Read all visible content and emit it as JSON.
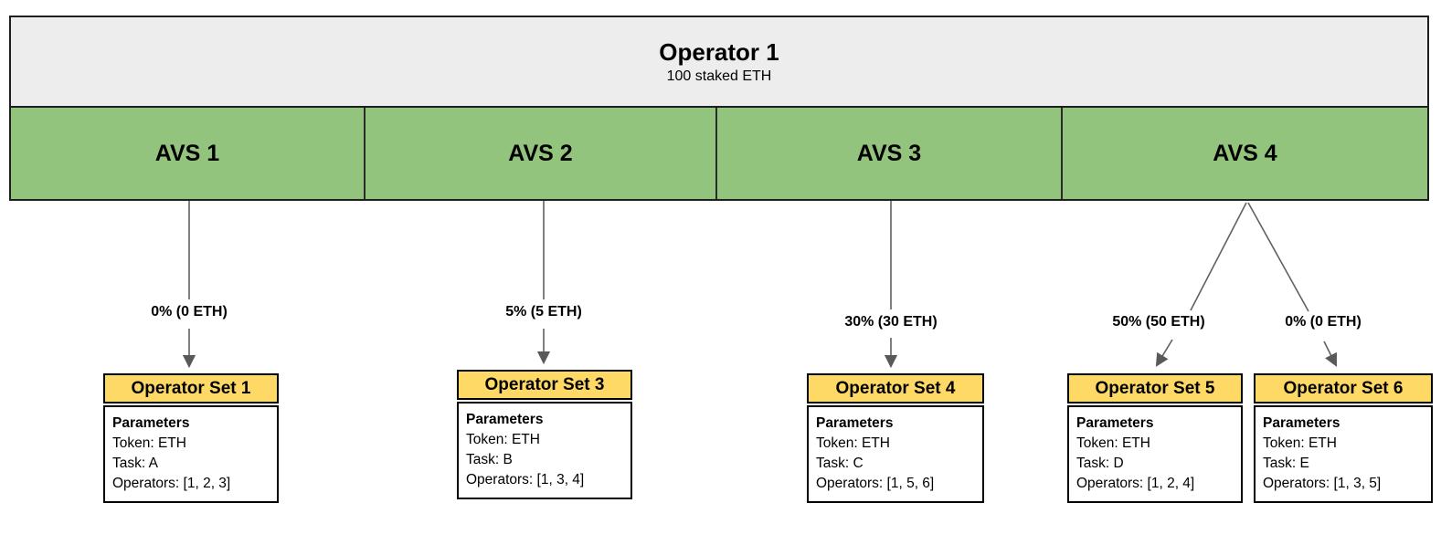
{
  "diagram": {
    "operator": {
      "title": "Operator 1",
      "subtitle": "100 staked ETH"
    },
    "avs_row": [
      {
        "label": "AVS 1"
      },
      {
        "label": "AVS 2"
      },
      {
        "label": "AVS 3"
      },
      {
        "label": "AVS 4"
      }
    ],
    "allocations": [
      {
        "from": "AVS 1",
        "to": "Operator Set 1",
        "label": "0% (0 ETH)"
      },
      {
        "from": "AVS 2",
        "to": "Operator Set 3",
        "label": "5% (5 ETH)"
      },
      {
        "from": "AVS 3",
        "to": "Operator Set 4",
        "label": "30% (30 ETH)"
      },
      {
        "from": "AVS 4",
        "to": "Operator Set 5",
        "label": "50% (50 ETH)"
      },
      {
        "from": "AVS 4",
        "to": "Operator Set 6",
        "label": "0% (0 ETH)"
      }
    ],
    "operator_sets": [
      {
        "title": "Operator Set 1",
        "params_heading": "Parameters",
        "lines": [
          "Token: ETH",
          "Task: A",
          "Operators: [1, 2, 3]"
        ]
      },
      {
        "title": "Operator Set 3",
        "params_heading": "Parameters",
        "lines": [
          "Token: ETH",
          "Task: B",
          "Operators: [1, 3, 4]"
        ]
      },
      {
        "title": "Operator Set 4",
        "params_heading": "Parameters",
        "lines": [
          "Token: ETH",
          "Task: C",
          "Operators: [1, 5, 6]"
        ]
      },
      {
        "title": "Operator Set 5",
        "params_heading": "Parameters",
        "lines": [
          "Token: ETH",
          "Task: D",
          "Operators: [1, 2, 4]"
        ]
      },
      {
        "title": "Operator Set 6",
        "params_heading": "Parameters",
        "lines": [
          "Token: ETH",
          "Task: E",
          "Operators: [1, 3, 5]"
        ]
      }
    ],
    "colors": {
      "avs_green": "#93c47d",
      "opset_yellow": "#ffd966",
      "operator_gray": "#ededed",
      "border_dark": "#1f1f1f",
      "arrow_gray": "#595959"
    }
  }
}
